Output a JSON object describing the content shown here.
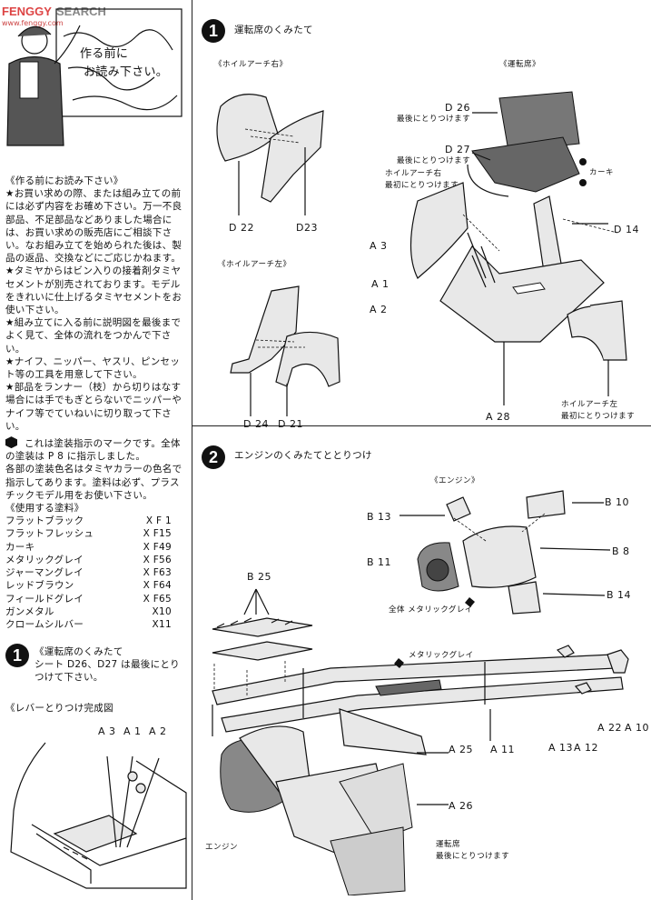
{
  "watermark": {
    "brand": "FENGGY",
    "site": "SEARCH",
    "url": "www.fenggy.com"
  },
  "read_first_sign": {
    "line1": "作る前に",
    "line2": "お読み下さい。"
  },
  "intro": {
    "heading": "《作る前にお読み下さい》",
    "paragraphs": [
      "★お買い求めの際、または組み立ての前には必ず内容をお確め下さい。万一不良部品、不足部品などありました場合には、お買い求めの販売店にご相談下さい。なお組み立てを始められた後は、製品の返品、交換などにご応じかねます。",
      "★タミヤからはビン入りの接着剤タミヤセメントが別売されております。モデルをきれいに仕上げるタミヤセメントをお使い下さい。",
      "★組み立てに入る前に説明図を最後までよく見て、全体の流れをつかんで下さい。",
      "★ナイフ、ニッパー、ヤスリ、ピンセット等の工具を用意して下さい。",
      "★部品をランナー（枝）から切りはなす場合には手でもぎとらないでニッパーやナイフ等でていねいに切り取って下さい。"
    ],
    "paint_note_first": "これは塗装指示のマークです。全体の塗装は P 8 に指示しました。",
    "paint_note_rest": "各部の塗装色名はタミヤカラーの色名で指示してあります。塗料は必ず、プラスチックモデル用をお使い下さい。"
  },
  "paints": {
    "heading": "《使用する塗料》",
    "items": [
      {
        "name": "フラットブラック",
        "code": "X F 1"
      },
      {
        "name": "フラットフレッシュ",
        "code": "X F15"
      },
      {
        "name": "カーキ",
        "code": "X F49"
      },
      {
        "name": "メタリックグレイ",
        "code": "X F56"
      },
      {
        "name": "ジャーマングレイ",
        "code": "X F63"
      },
      {
        "name": "レッドブラウン",
        "code": "X F64"
      },
      {
        "name": "フィールドグレイ",
        "code": "X F65"
      },
      {
        "name": "ガンメタル",
        "code": "X10"
      },
      {
        "name": "クロームシルバー",
        "code": "X11"
      }
    ]
  },
  "step1_note": {
    "number": "1",
    "title": "《運転席のくみたて",
    "text": "シート D26、D27 は最後にとりつけて下さい。"
  },
  "lever": {
    "caption": "《レバーとりつけ完成図",
    "labels": [
      "A 3",
      "A 1",
      "A 2"
    ]
  },
  "step1": {
    "number": "1",
    "title": "運転席のくみたて",
    "wheel_arch_right": "《ホイルアーチ右》",
    "wheel_arch_left": "《ホイルアーチ左》",
    "seat_caption": "《運転席》",
    "parts": {
      "d22": "D 22",
      "d23": "D23",
      "d24": "D 24",
      "d21": "D 21",
      "d26": "D 26",
      "d26_note": "最後にとりつけます",
      "d27": "D 27",
      "d27_note": "最後にとりつけます",
      "khaki": "カーキ",
      "arch_r": "ホイルアーチ右",
      "arch_r_note": "最初にとりつけます",
      "d14": "D 14",
      "a3": "A 3",
      "a1": "A 1",
      "a2": "A 2",
      "a28": "A 28",
      "arch_l": "ホイルアーチ左",
      "arch_l_note": "最初にとりつけます"
    }
  },
  "step2": {
    "number": "2",
    "title": "エンジンのくみたてととりつけ",
    "engine_caption": "《エンジン》",
    "parts": {
      "b13": "B 13",
      "b10": "B 10",
      "b11": "B 11",
      "b8": "B 8",
      "b14": "B 14",
      "overall_paint": "全体 メタリックグレイ",
      "b25": "B 25",
      "metallic_grey": "メタリックグレイ",
      "a22": "A 22",
      "a10": "A 10",
      "a13": "A 13",
      "a12": "A 12",
      "a25": "A 25",
      "a11": "A 11",
      "a26": "A 26",
      "engine": "エンジン",
      "cab": "運転席",
      "cab_note": "最後にとりつけます"
    }
  }
}
